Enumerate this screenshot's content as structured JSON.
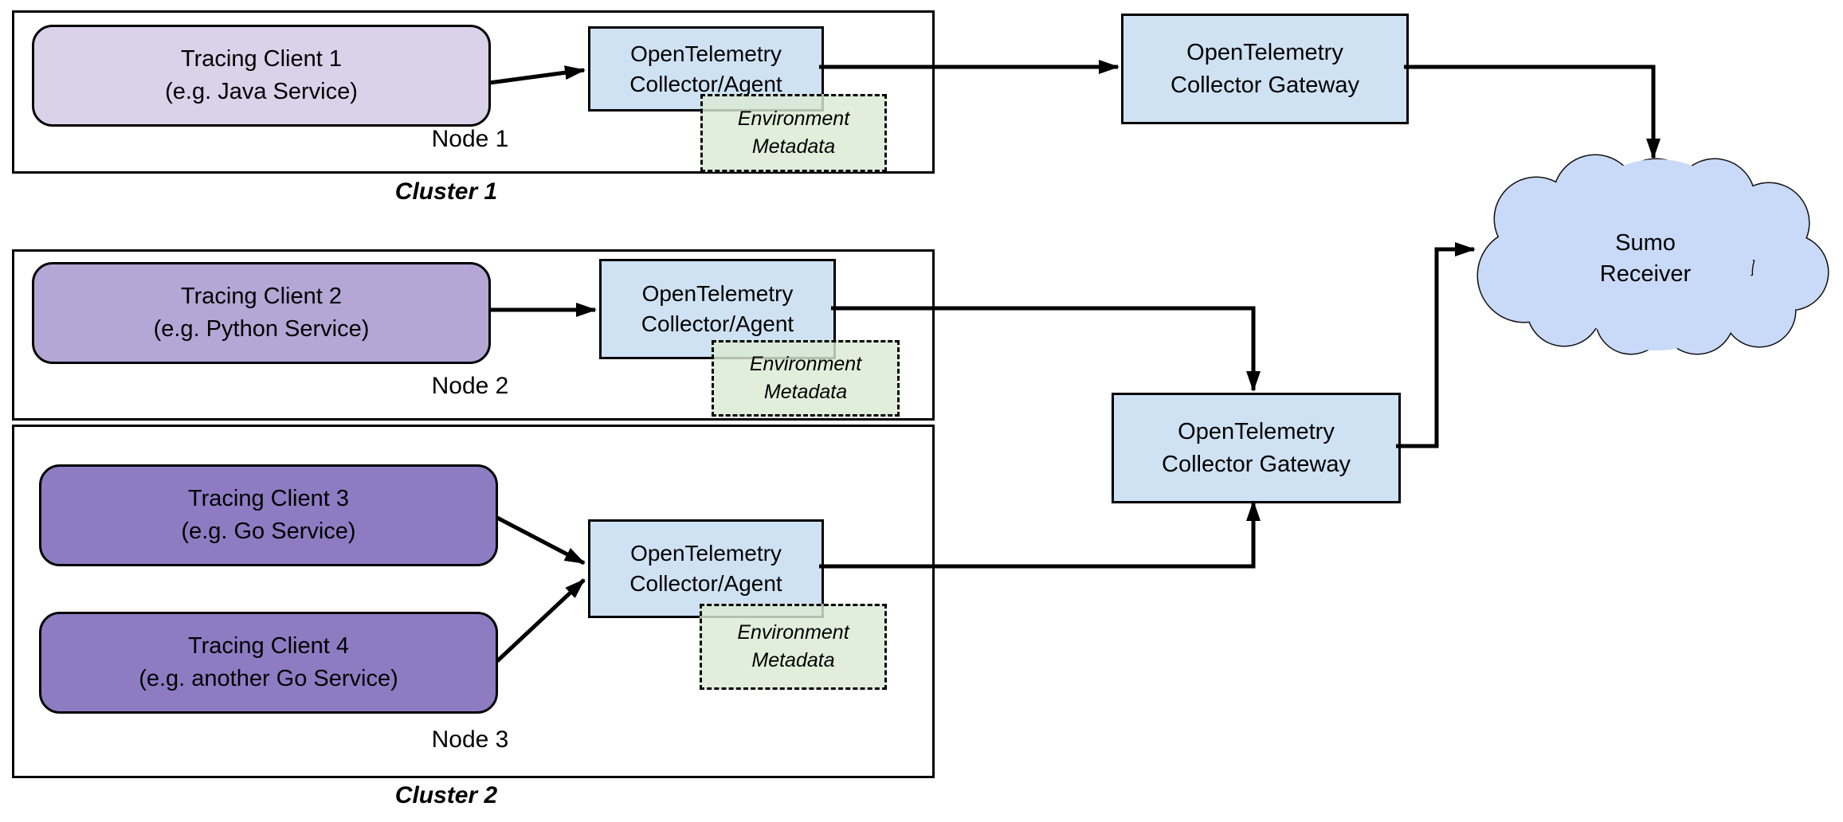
{
  "colors": {
    "client1": "#D9D2E9",
    "client2": "#B4A7D6",
    "client34": "#8E7CC3",
    "collector": "#CFE2F3",
    "env": "#D9EAD3",
    "cloud": "#C9DAF8"
  },
  "clusters": [
    {
      "label": "Cluster 1"
    },
    {
      "label": "Cluster 2"
    }
  ],
  "nodes": [
    {
      "label": "Node 1"
    },
    {
      "label": "Node 2"
    },
    {
      "label": "Node 3"
    }
  ],
  "clients": [
    {
      "line1": "Tracing Client 1",
      "line2": "(e.g. Java Service)"
    },
    {
      "line1": "Tracing Client 2",
      "line2": "(e.g. Python Service)"
    },
    {
      "line1": "Tracing Client 3",
      "line2": "(e.g. Go Service)"
    },
    {
      "line1": "Tracing Client 4",
      "line2": "(e.g. another Go Service)"
    }
  ],
  "collector_agent": {
    "line1": "OpenTelemetry",
    "line2": "Collector/Agent"
  },
  "environment_metadata": {
    "line1": "Environment",
    "line2": "Metadata"
  },
  "gateway": {
    "line1": "OpenTelemetry",
    "line2": "Collector Gateway"
  },
  "cloud": {
    "line1": "Sumo",
    "line2": "Receiver"
  }
}
